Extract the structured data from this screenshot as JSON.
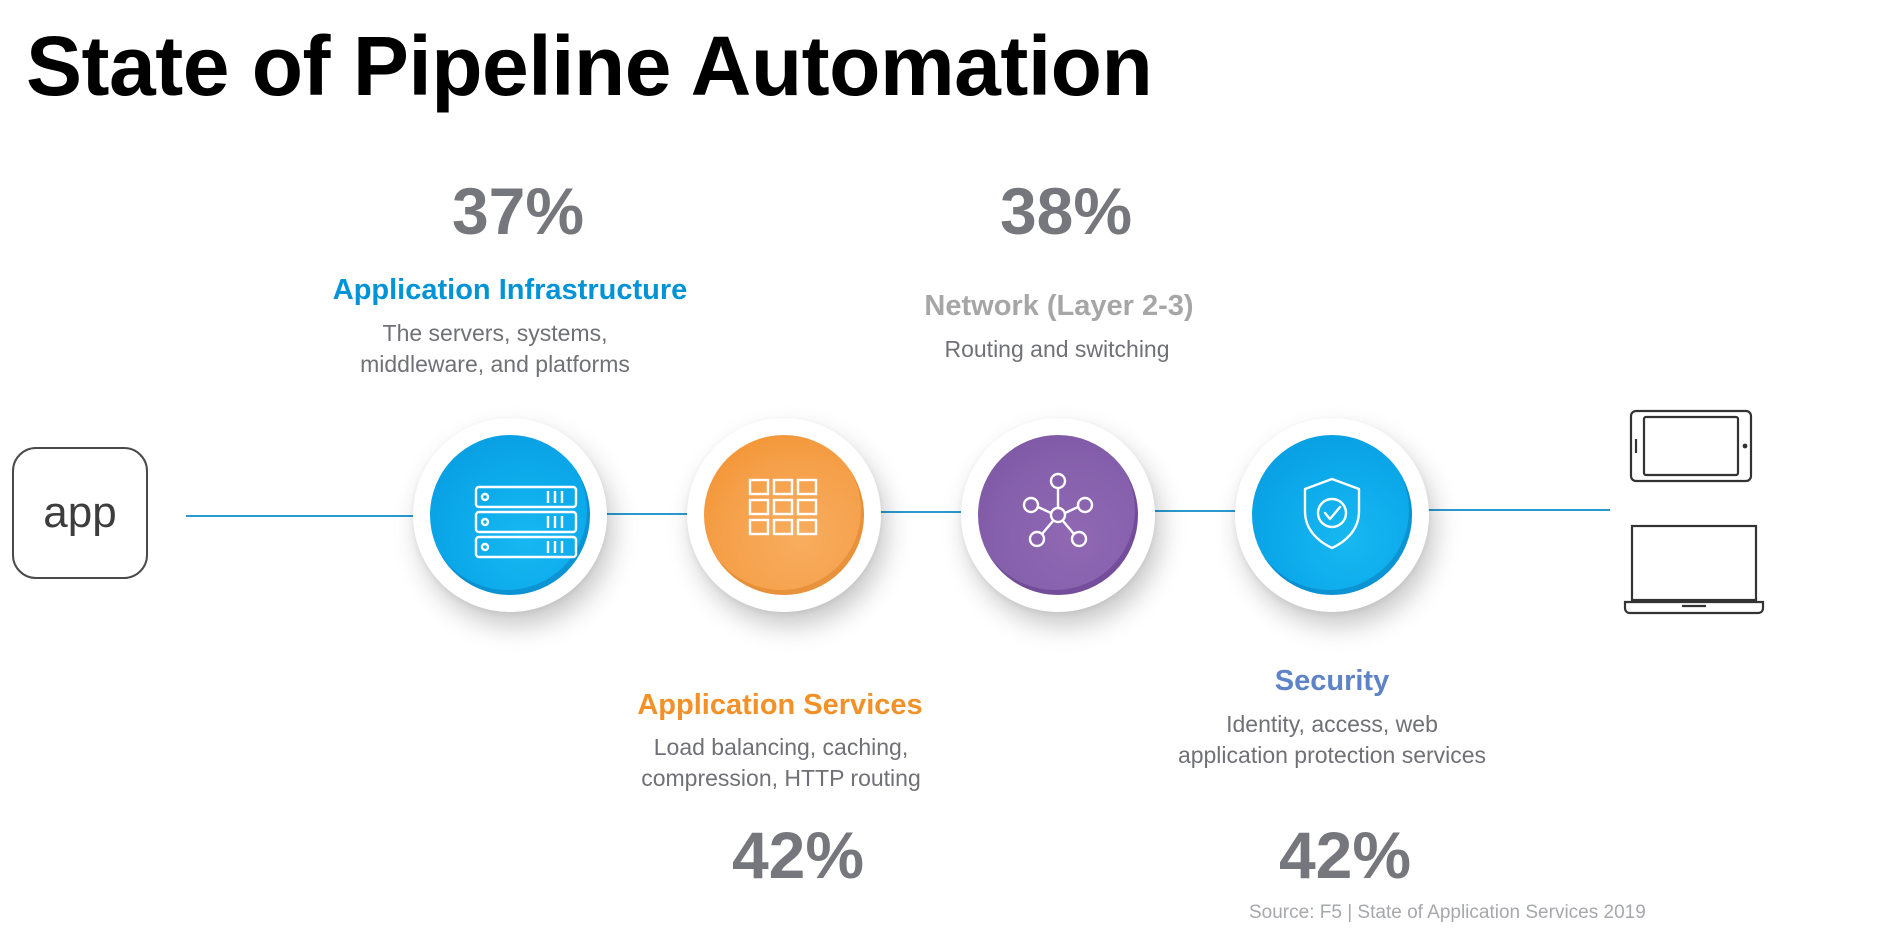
{
  "slide": {
    "title": "State of Pipeline Automation",
    "source": "Source: F5 | State of Application Services 2019"
  },
  "app_label": "app",
  "colors": {
    "app_infrastructure": "#0094d6",
    "app_services": "#f39129",
    "network": "#a6a6a6",
    "security": "#5e84c7",
    "percent": "#76777c",
    "description": "#707176",
    "line": "#2a9ad0"
  },
  "stages": [
    {
      "id": "app_infrastructure",
      "percent": "37%",
      "heading": "Application Infrastructure",
      "description": [
        "The servers, systems,",
        "middleware, and platforms"
      ],
      "icon": "server-rack-icon"
    },
    {
      "id": "app_services",
      "percent": "42%",
      "heading": "Application Services",
      "description": [
        "Load balancing, caching,",
        "compression, HTTP routing"
      ],
      "icon": "grid-blocks-icon"
    },
    {
      "id": "network",
      "percent": "38%",
      "heading": "Network (Layer 2-3)",
      "description": [
        "Routing and switching"
      ],
      "icon": "network-hub-icon"
    },
    {
      "id": "security",
      "percent": "42%",
      "heading": "Security",
      "description": [
        "Identity, access, web",
        "application protection services"
      ],
      "icon": "shield-check-icon"
    }
  ],
  "endpoints": [
    "tablet-icon",
    "laptop-icon"
  ]
}
